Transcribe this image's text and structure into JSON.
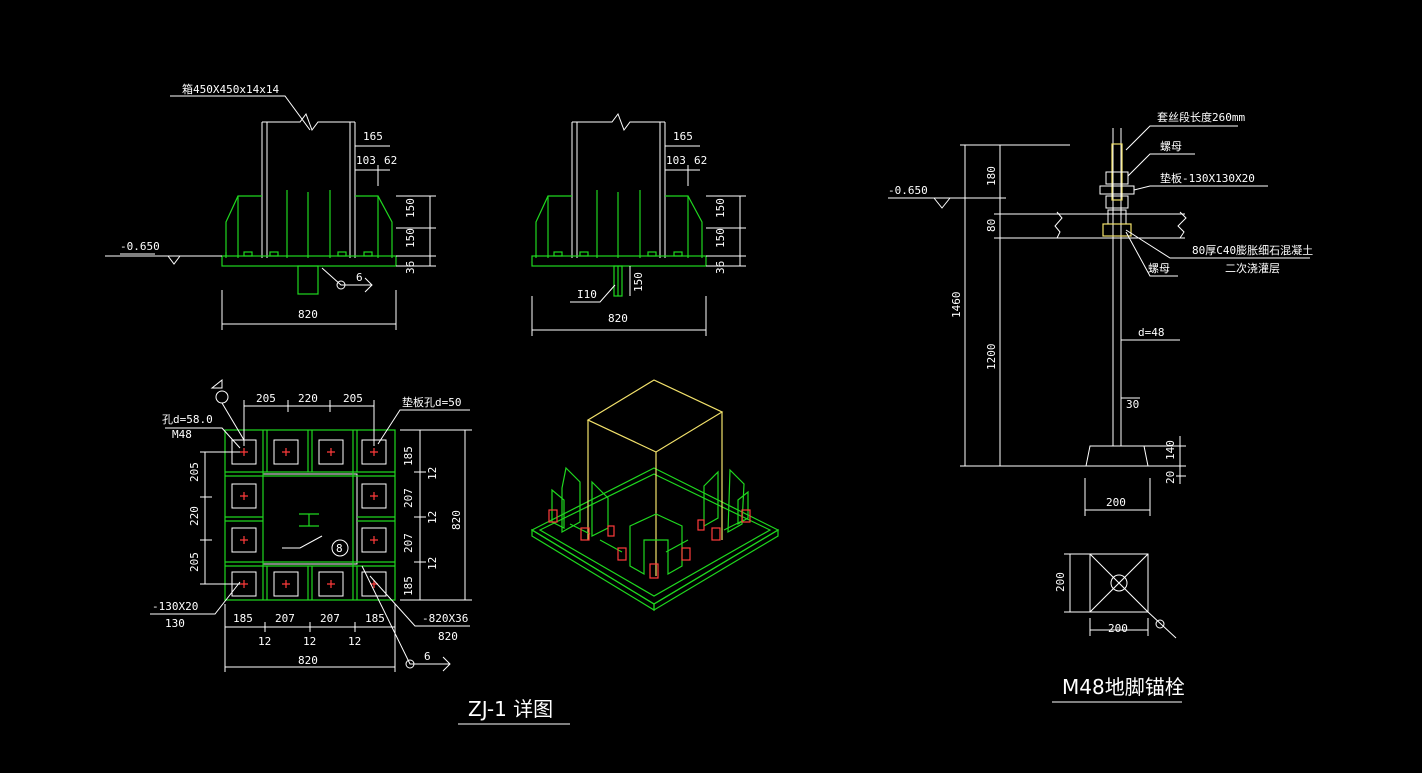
{
  "elev": "-0.650",
  "front_view": {
    "column_label": "箱450X450x14x14",
    "dim_top": "165",
    "dim_103": "103",
    "dim_62": "62",
    "dim_150a": "150",
    "dim_150b": "150",
    "dim_36": "36",
    "weld": "6",
    "width": "820"
  },
  "side_view": {
    "dim_top": "165",
    "dim_103": "103",
    "dim_62": "62",
    "dim_150a": "150",
    "dim_150b": "150",
    "dim_36": "36",
    "shear_key": "I10",
    "shear_dim": "150",
    "width": "820"
  },
  "plan_view": {
    "hole_label": "孔d=58.0",
    "bolt_label": "M48",
    "washer_hole": "垫板孔d=50",
    "top_dims": [
      "205",
      "220",
      "205"
    ],
    "left_dims": [
      "205",
      "220",
      "205"
    ],
    "right_dims": [
      "185",
      "207",
      "207",
      "185"
    ],
    "right_12": [
      "12",
      "12",
      "12"
    ],
    "right_total": "820",
    "bottom_dims": [
      "185",
      "207",
      "207",
      "185"
    ],
    "bottom_12": [
      "12",
      "12",
      "12"
    ],
    "bottom_total": "820",
    "washer_plate": "-130X20",
    "washer_130": "130",
    "base_plate": "-820X36",
    "base_820": "820",
    "weld_circle": "8",
    "weld_6": "6"
  },
  "detail_title": "ZJ-1 详图",
  "anchor": {
    "thread_len": "套丝段长度260mm",
    "nut": "螺母",
    "washer": "垫板-130X130X20",
    "grout": "80厚C40膨胀细石混凝土",
    "grout2": "二次浇灌层",
    "nut2": "螺母",
    "dim_180": "180",
    "dim_80": "80",
    "dim_1460": "1460",
    "dim_1200": "1200",
    "diameter": "d=48",
    "dim_30": "30",
    "dim_140": "140",
    "dim_20": "20",
    "base_width": "200",
    "plate_200_side": "200",
    "plate_200_bottom": "200",
    "title": "M48地脚锚栓"
  }
}
